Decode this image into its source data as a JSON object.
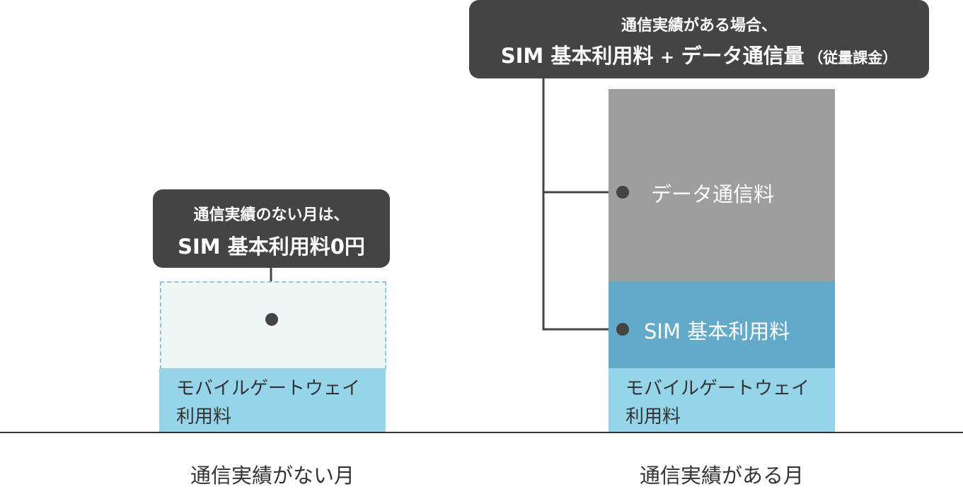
{
  "left_column": {
    "bubble_line1": "通信実績のない月は、",
    "bubble_line2": "SIM 基本利用料0円",
    "gateway_line1": "モバイルゲートウェイ",
    "gateway_line2": "利用料",
    "category_label": "通信実績がない月"
  },
  "right_column": {
    "bubble_line1": "通信実績がある場合、",
    "bubble_line2_main": "SIM 基本利用料",
    "bubble_plus": "+",
    "bubble_line2_main2": "データ通信量",
    "bubble_line2_paren": "（従量課金）",
    "data_segment_label": "データ通信料",
    "sim_segment_label": "SIM 基本利用料",
    "gateway_line1": "モバイルゲートウェイ",
    "gateway_line2": "利用料",
    "category_label": "通信実績がある月"
  },
  "colors": {
    "bubble": "#444444",
    "data_segment": "#9e9e9e",
    "sim_segment": "#62aac7",
    "gateway_segment": "#96d4e9",
    "empty_segment": "#eef6f8",
    "empty_border": "#8fc7da",
    "baseline": "#333333"
  }
}
